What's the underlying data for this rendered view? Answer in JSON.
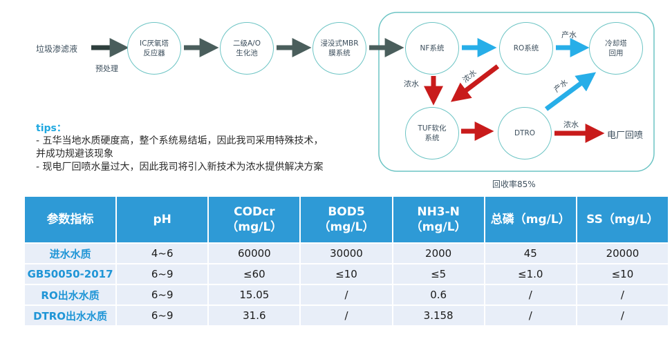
{
  "flow": {
    "input_label": "垃圾渗滤液",
    "pretreat_label": "预处理",
    "nodes": {
      "ic": [
        "IC厌氧塔",
        "反应器"
      ],
      "ao": [
        "二级A/O",
        "生化池"
      ],
      "mbr": [
        "浸没式MBR",
        "膜系统"
      ],
      "nf": [
        "NF系统"
      ],
      "ro": [
        "RO系统"
      ],
      "cooling": [
        "冷却塔",
        "回用"
      ],
      "tuf": [
        "TUF软化",
        "系统"
      ],
      "dtro": [
        "DTRO"
      ]
    },
    "labels": {
      "produced_water_top": "产水",
      "concentrate_nf": "浓水",
      "concentrate_ro": "浓水",
      "produced_water_diag": "产水",
      "concentrate_dtro": "浓水",
      "plant_spray": "电厂回喷"
    },
    "recovery": "回收率85%",
    "colors": {
      "gray_arrow": "#4a5e5c",
      "blue_arrow": "#27aee8",
      "red_arrow": "#c81b1b",
      "node_border": "#6cc4c4"
    }
  },
  "tips": {
    "title": "tips：",
    "lines": [
      "- 五华当地水质硬度高，整个系统易结垢，因此我司采用特殊技术，",
      "并成功规避该现象",
      "- 现电厂回喷水量过大，因此我司将引入新技术为浓水提供解决方案"
    ]
  },
  "table": {
    "headers": [
      [
        "参数指标"
      ],
      [
        "pH"
      ],
      [
        "CODcr",
        "（mg/L）"
      ],
      [
        "BOD5",
        "（mg/L）"
      ],
      [
        "NH3-N",
        "（mg/L）"
      ],
      [
        "总磷（mg/L）"
      ],
      [
        "SS（mg/L）"
      ]
    ],
    "rows": [
      [
        "进水水质",
        "4~6",
        "60000",
        "30000",
        "2000",
        "45",
        "20000"
      ],
      [
        "GB50050-2017",
        "6~9",
        "≤60",
        "≤10",
        "≤5",
        "≤1.0",
        "≤10"
      ],
      [
        "RO出水水质",
        "6~9",
        "15.05",
        "/",
        "0.6",
        "/",
        "/"
      ],
      [
        "DTRO出水水质",
        "6~9",
        "31.6",
        "/",
        "3.158",
        "/",
        "/"
      ]
    ]
  }
}
